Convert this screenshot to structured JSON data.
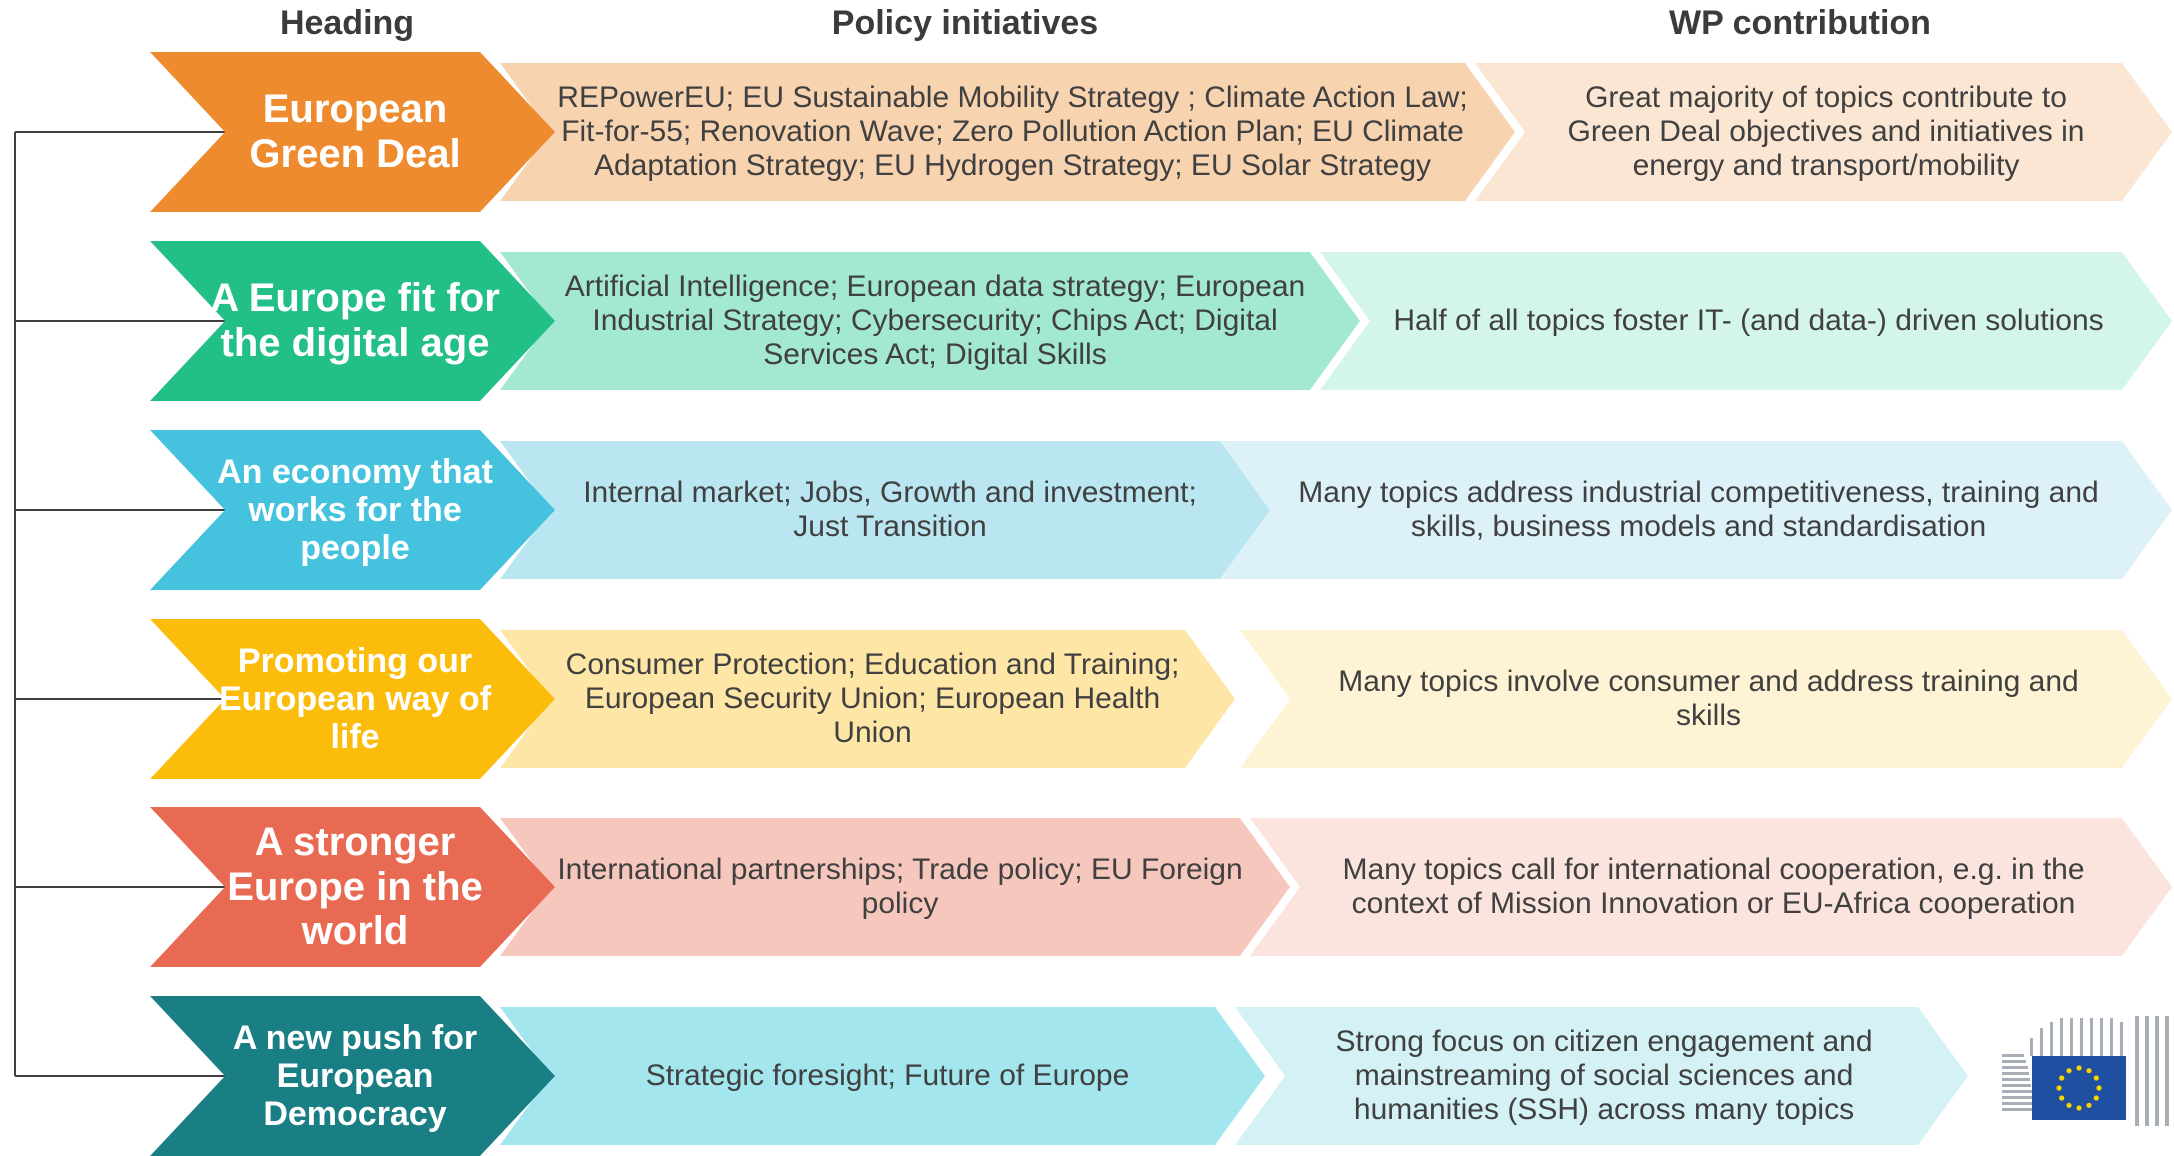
{
  "columns": {
    "heading": "Heading",
    "policy": "Policy initiatives",
    "contribution": "WP contribution"
  },
  "rows": [
    {
      "heading": "European Green Deal",
      "policy": "REPowerEU; EU Sustainable Mobility Strategy ; Climate Action Law; Fit-for-55; Renovation Wave; Zero Pollution Action Plan; EU Climate Adaptation Strategy; EU Hydrogen Strategy; EU Solar Strategy",
      "contribution": "Great majority of topics contribute to Green Deal objectives and initiatives in energy and transport/mobility",
      "colors": {
        "head": "#ed8b2e",
        "policy": "#f8d3b0",
        "contribution": "#fbe5d3"
      }
    },
    {
      "heading": "A Europe fit for the digital age",
      "policy": "Artificial Intelligence; European data strategy; European Industrial Strategy; Cybersecurity; Chips Act; Digital Services Act; Digital Skills",
      "contribution": "Half of all topics foster IT- (and data-) driven solutions",
      "colors": {
        "head": "#22bf87",
        "policy": "#a2e8d2",
        "contribution": "#d4f5ea"
      }
    },
    {
      "heading": "An economy that works for the people",
      "policy": "Internal market; Jobs, Growth and investment; Just Transition",
      "contribution": "Many topics address industrial competitiveness, training and skills, business models and standardisation",
      "colors": {
        "head": "#45c2de",
        "policy": "#b9e6f1",
        "contribution": "#ddf2f8"
      }
    },
    {
      "heading": "Promoting our European way of life",
      "policy": "Consumer Protection; Education and Training; European Security Union; European Health Union",
      "contribution": "Many topics involve consumer and address training and skills",
      "colors": {
        "head": "#fbbc0b",
        "policy": "#fde6a6",
        "contribution": "#fef3d4"
      }
    },
    {
      "heading": "A stronger Europe in the world",
      "policy": "International partnerships; Trade policy; EU Foreign policy",
      "contribution": "Many topics call for international cooperation, e.g. in the context of Mission Innovation or EU-Africa cooperation",
      "colors": {
        "head": "#e96a52",
        "policy": "#f6c8bd",
        "contribution": "#fbe3de"
      }
    },
    {
      "heading": "A new push for European Democracy",
      "policy": "Strategic foresight; Future of Europe",
      "contribution": "Strong focus on citizen engagement and mainstreaming of social sciences and humanities (SSH) across many topics",
      "colors": {
        "head": "#1a7f84",
        "policy": "#a3e6ee",
        "contribution": "#d4f1f5"
      }
    }
  ],
  "logo_icon": "eu-commission-logo"
}
